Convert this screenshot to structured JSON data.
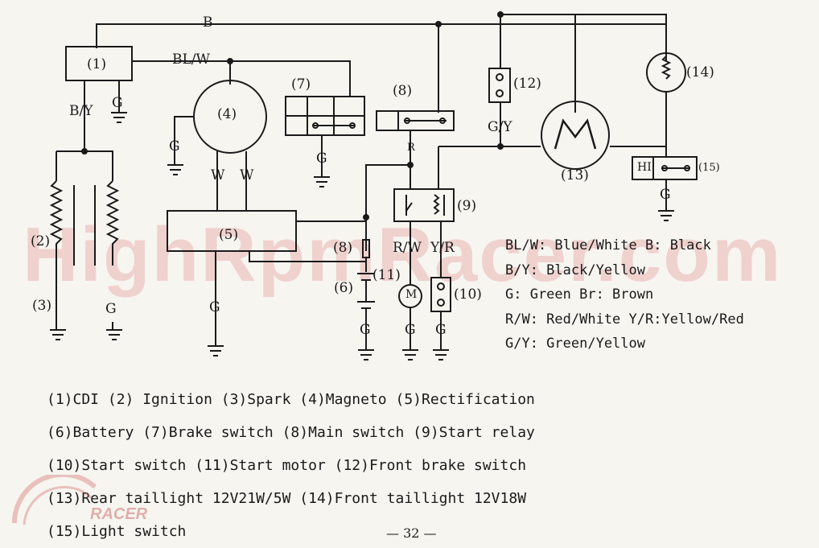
{
  "watermark": "HighRpmRacer.com",
  "wires": {
    "b": "B",
    "bl_w": "BL/W",
    "b_y": "B/Y",
    "w": "W",
    "g_y": "G/Y",
    "r": "R",
    "r_w": "R/W",
    "y_r": "Y/R",
    "g": "G",
    "hi": "HI",
    "m": "M"
  },
  "components": {
    "c1": "(1)",
    "c2": "(2)",
    "c3": "(3)",
    "c4": "(4)",
    "c5": "(5)",
    "c6": "(6)",
    "c7": "(7)",
    "c8": "(8)",
    "c9": "(9)",
    "c10": "(10)",
    "c11": "(11)",
    "c12": "(12)",
    "c13": "(13)",
    "c14": "(14)",
    "c15": "(15)"
  },
  "legend": [
    "BL/W: Blue/White B: Black",
    "B/Y: Black/Yellow",
    "G: Green Br: Brown",
    "R/W: Red/White Y/R:Yellow/Red",
    "G/Y: Green/Yellow"
  ],
  "captions": [
    "(1)CDI (2) Ignition (3)Spark (4)Magneto (5)Rectification",
    "(6)Battery (7)Brake switch (8)Main switch (9)Start relay",
    "(10)Start switch (11)Start motor (12)Front brake switch",
    "(13)Rear taillight 12V21W/5W (14)Front taillight 12V18W",
    "(15)Light switch"
  ],
  "page_number": "— 32 —",
  "logo_text": "RACER"
}
